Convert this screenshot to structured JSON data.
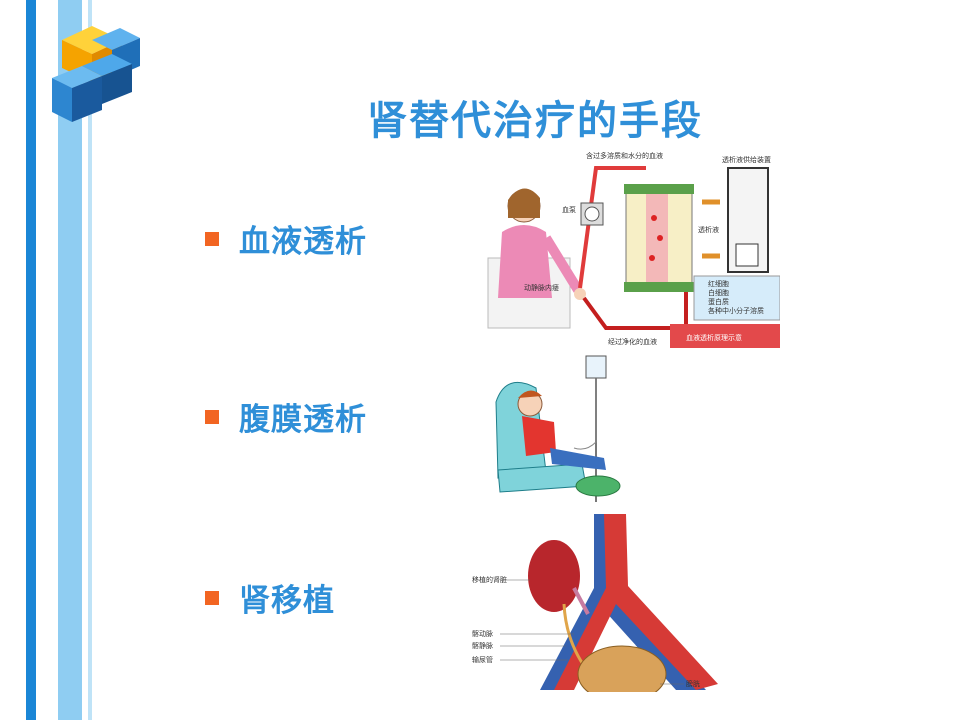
{
  "slide": {
    "title": "肾替代治疗的手段",
    "bullets": [
      {
        "label": "血液透析"
      },
      {
        "label": "腹膜透析"
      },
      {
        "label": "肾移植"
      }
    ]
  },
  "hemo_diagram": {
    "top_label": "含过多溶质和水分的血液",
    "device_label": "透析液供给装置",
    "pump_label": "血泵",
    "dialysate_label": "透析液",
    "fistula_label": "动静脉内瘘",
    "clean_blood_label": "经过净化的血液",
    "legend": [
      "红细胞",
      "白细胞",
      "蛋白质",
      "各种中小分子溶质"
    ],
    "caption": "血液透析原理示意"
  },
  "transplant_diagram": {
    "labels": [
      "移植的肾脏",
      "髂动脉",
      "髂静脉",
      "输尿管",
      "膀胱"
    ]
  },
  "colors": {
    "accent": "#2f8fd8",
    "bullet": "#f26522",
    "stripe_dark": "#1a86d6",
    "stripe_light": "#8fcdf2"
  }
}
